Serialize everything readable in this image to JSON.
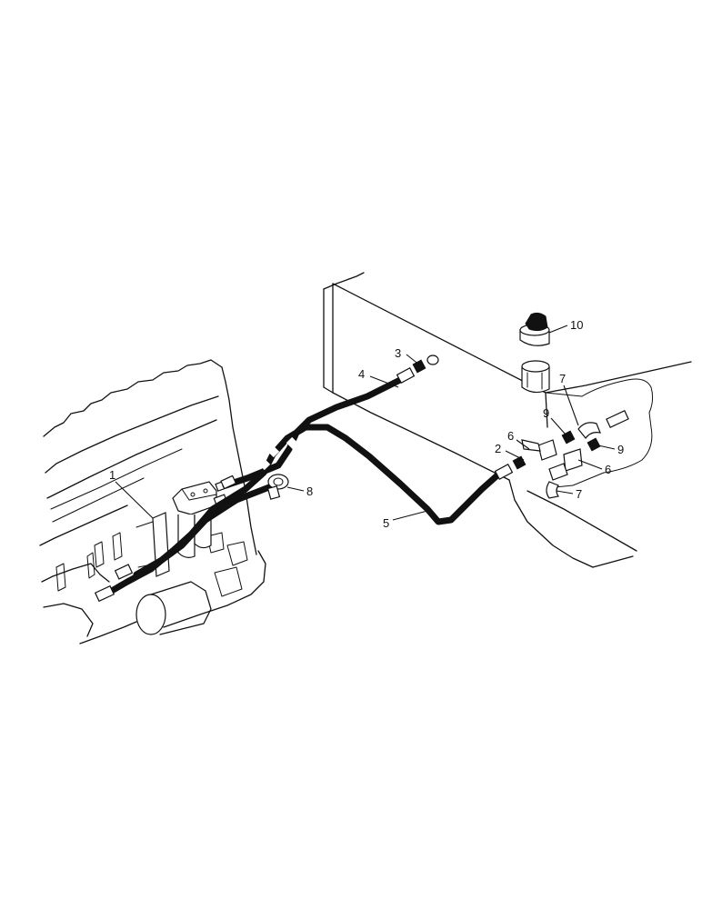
{
  "callouts": [
    {
      "id": "c1",
      "text": "1"
    },
    {
      "id": "c2",
      "text": "2"
    },
    {
      "id": "c3",
      "text": "3"
    },
    {
      "id": "c4",
      "text": "4"
    },
    {
      "id": "c5",
      "text": "5"
    },
    {
      "id": "c6a",
      "text": "6"
    },
    {
      "id": "c6b",
      "text": "6"
    },
    {
      "id": "c7a",
      "text": "7"
    },
    {
      "id": "c7b",
      "text": "7"
    },
    {
      "id": "c8",
      "text": "8"
    },
    {
      "id": "c9a",
      "text": "9"
    },
    {
      "id": "c9b",
      "text": "9"
    },
    {
      "id": "c10",
      "text": "10"
    }
  ]
}
